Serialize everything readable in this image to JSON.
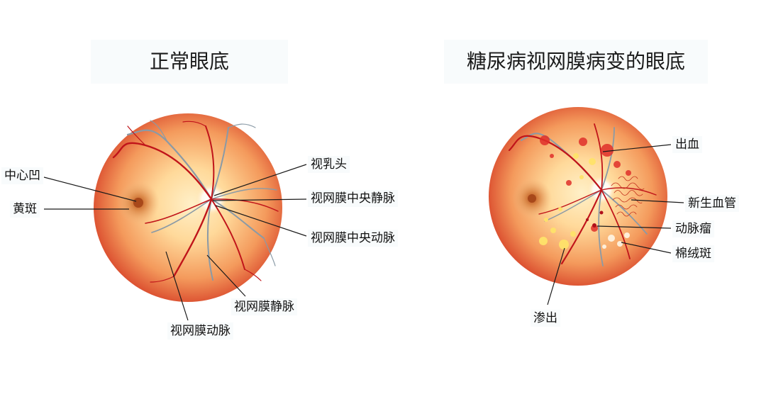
{
  "normal": {
    "title": "正常眼底",
    "labels": {
      "fovea": "中心凹",
      "macula": "黄斑",
      "optic_disc": "视乳头",
      "central_vein": "视网膜中央静脉",
      "central_artery": "视网膜中央动脉",
      "retinal_vein": "视网膜静脉",
      "retinal_artery": "视网膜动脉"
    }
  },
  "dr": {
    "title": "糖尿病视网膜病变的眼底",
    "labels": {
      "hemorrhage": "出血",
      "neovascularization": "新生血管",
      "microaneurysm": "动脉瘤",
      "cotton_wool_spot": "棉绒斑",
      "exudate": "渗出"
    }
  },
  "colors": {
    "fundus_center": "#ffe7b0",
    "fundus_edge": "#d8452a",
    "artery": "#c0141a",
    "vein": "#8a9aa6",
    "hemorrhage": "#e0302a",
    "exudate": "#ffe36a"
  }
}
